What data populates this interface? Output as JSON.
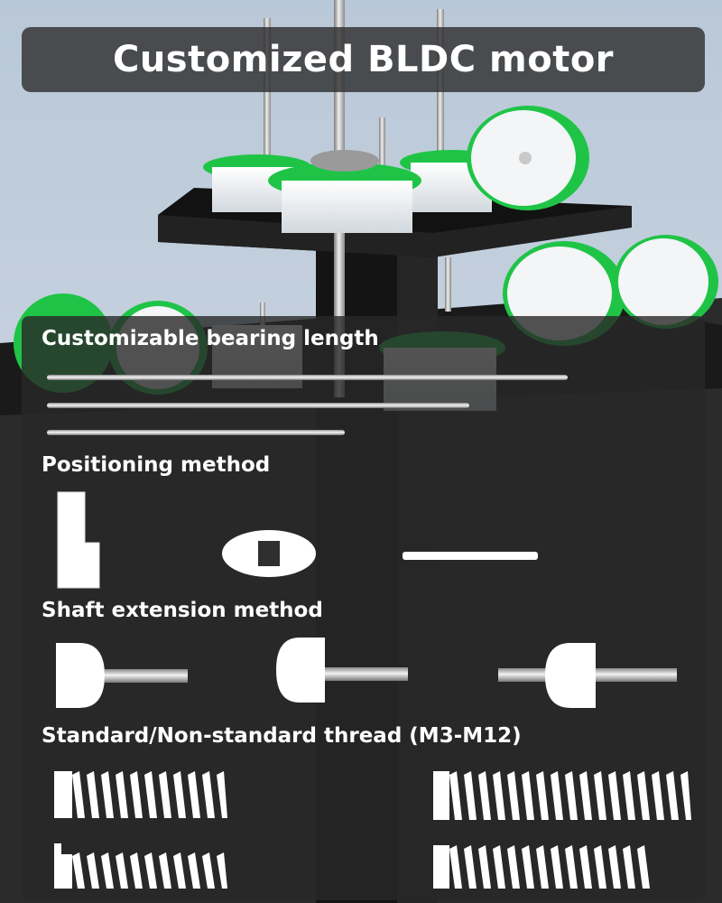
{
  "title": "Customized BLDC motor",
  "sections": {
    "bearing": {
      "heading": "Customizable bearing length"
    },
    "positioning": {
      "heading": "Positioning method"
    },
    "shaft": {
      "heading": "Shaft extension method"
    },
    "thread": {
      "heading": "Standard/Non-standard thread (M3-M12)"
    }
  },
  "colors": {
    "pcb_green": "#1fc447",
    "motor_white": "#f2f4f6",
    "stand_black": "#1b1b1b",
    "panel": "#2b2b2b"
  }
}
